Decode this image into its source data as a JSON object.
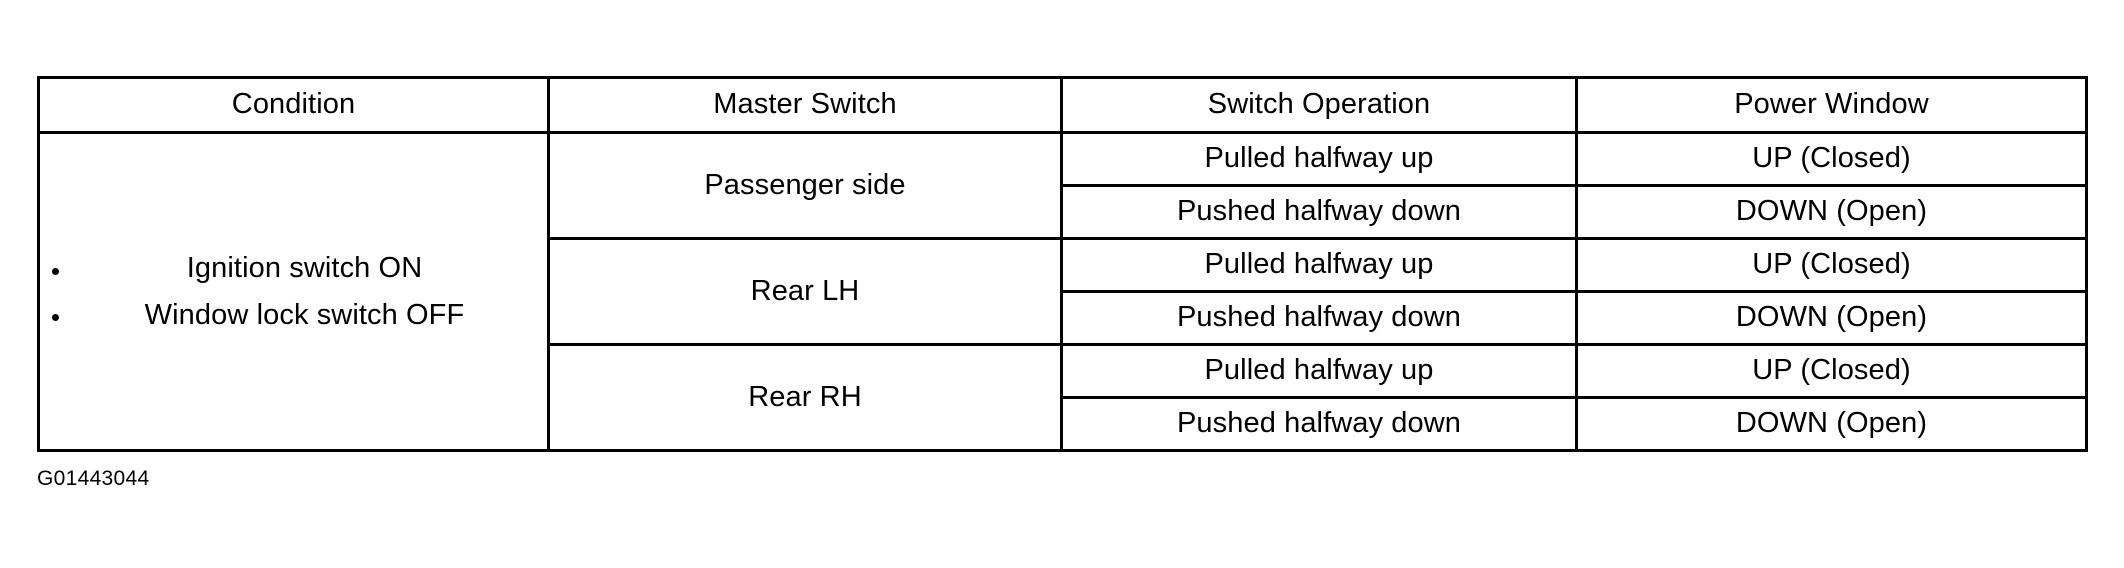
{
  "table": {
    "headers": [
      "Condition",
      "Master Switch",
      "Switch Operation",
      "Power Window"
    ],
    "condition": {
      "bullets": [
        "Ignition switch ON",
        "Window lock switch OFF"
      ]
    },
    "master_switch_groups": [
      "Passenger side",
      "Rear LH",
      "Rear RH"
    ],
    "rows": [
      {
        "switch_operation": "Pulled halfway up",
        "power_window": "UP (Closed)"
      },
      {
        "switch_operation": "Pushed halfway down",
        "power_window": "DOWN (Open)"
      },
      {
        "switch_operation": "Pulled halfway up",
        "power_window": "UP (Closed)"
      },
      {
        "switch_operation": "Pushed halfway down",
        "power_window": "DOWN (Open)"
      },
      {
        "switch_operation": "Pulled halfway up",
        "power_window": "UP (Closed)"
      },
      {
        "switch_operation": "Pushed halfway down",
        "power_window": "DOWN (Open)"
      }
    ]
  },
  "figure_code": "G01443044",
  "colors": {
    "rule": "#000000",
    "text": "#000000",
    "background": "#ffffff"
  }
}
